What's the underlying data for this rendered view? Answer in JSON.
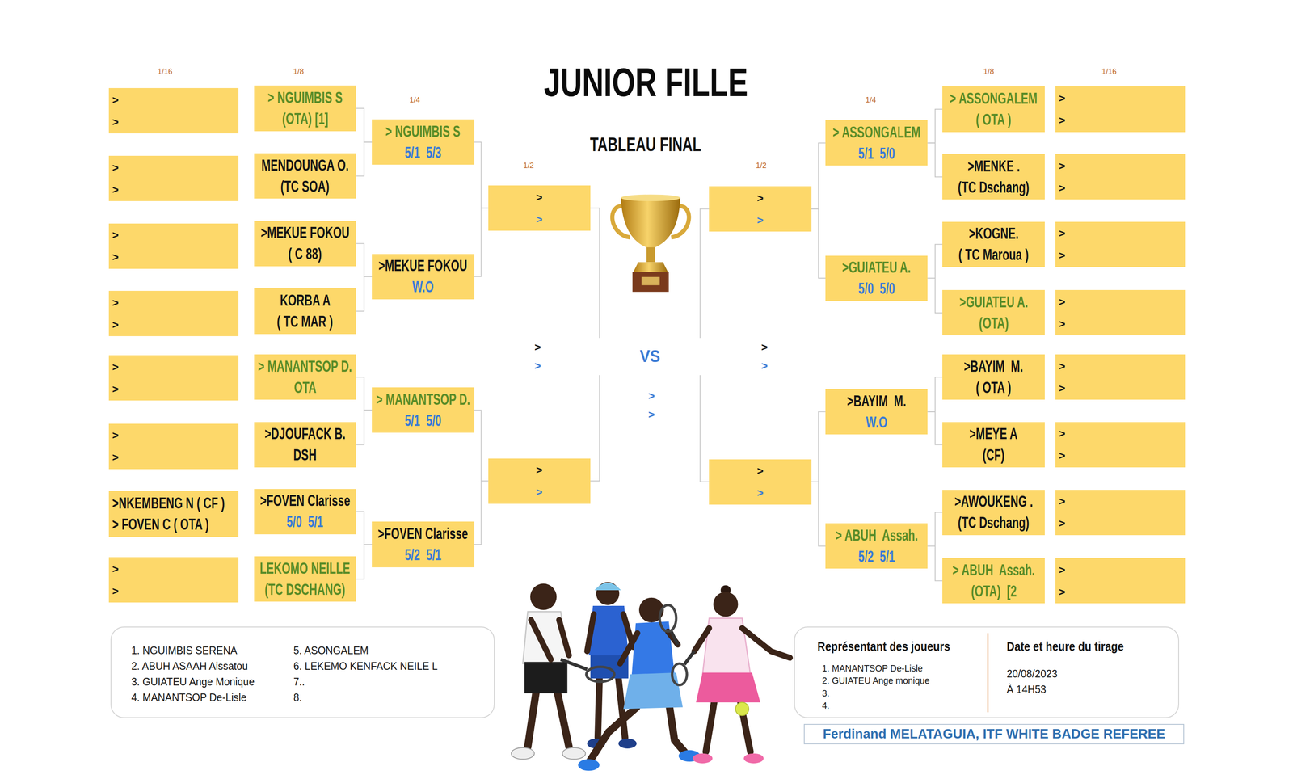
{
  "diagram": {
    "title": "JUNIOR FILLE",
    "nodes": [
      {
        "text": [
          ">",
          ">"
        ]
      },
      {
        "text": [
          ">",
          ">"
        ]
      },
      {
        "text": [
          ">",
          ">"
        ]
      },
      {
        "text": [
          ">",
          ">"
        ]
      },
      {
        "text": [
          ">",
          ">"
        ]
      },
      {
        "text": [
          ">",
          ">"
        ]
      },
      {
        "text": [
          ">NKEMBENG N ( CF )",
          "> FOVEN C ( OTA )"
        ]
      },
      {
        "text": [
          ">",
          ">"
        ]
      },
      {
        "text": [
          "> NGUIMBIS S",
          "(OTA) [1]"
        ]
      },
      {
        "text": [
          "MENDOUNGA O.",
          "(TC SOA)"
        ]
      },
      {
        "text": [
          ">MEKUE FOKOU",
          "( C 88)"
        ]
      },
      {
        "text": [
          "KORBA A",
          "( TC MAR )"
        ]
      },
      {
        "text": [
          "> MANANTSOP D.",
          "OTA"
        ]
      },
      {
        "text": [
          ">DJOUFACK B.",
          "DSH"
        ]
      },
      {
        "text": [
          ">FOVEN Clarisse",
          "5/0  5/1"
        ]
      },
      {
        "text": [
          "LEKOMO NEILLE",
          "(TC DSCHANG)"
        ]
      },
      {
        "text": [
          "> NGUIMBIS S",
          "5/1  5/3"
        ]
      },
      {
        "text": [
          ">MEKUE FOKOU",
          "W.O"
        ]
      },
      {
        "text": [
          "> MANANTSOP D.",
          "5/1  5/0"
        ]
      },
      {
        "text": [
          ">FOVEN Clarisse",
          "5/2  5/1"
        ]
      },
      {
        "text": [
          ">",
          ">"
        ]
      },
      {
        "text": [
          ">",
          ">"
        ]
      },
      {
        "text": [
          ">",
          ">",
          "VS",
          ">",
          ">"
        ]
      },
      {
        "text": [
          ">",
          ">"
        ]
      },
      {
        "text": [
          ">",
          ">"
        ]
      },
      {
        "text": [
          "> ASSONGALEM",
          "5/1  5/0"
        ]
      },
      {
        "text": [
          ">GUIATEU A.",
          "5/0  5/0"
        ]
      },
      {
        "text": [
          ">BAYIM  M.",
          "W.O"
        ]
      },
      {
        "text": [
          "> ABUH  Assah.",
          "5/2  5/1"
        ]
      },
      {
        "text": [
          "> ASSONGALEM",
          "( OTA )"
        ]
      },
      {
        "text": [
          ">MENKE .",
          "(TC Dschang)"
        ]
      },
      {
        "text": [
          ">KOGNE.",
          "( TC Maroua )"
        ]
      },
      {
        "text": [
          ">GUIATEU A.",
          "(OTA)"
        ]
      },
      {
        "text": [
          ">BAYIM  M.",
          "( OTA )"
        ]
      },
      {
        "text": [
          ">MEYE A",
          "(CF)"
        ]
      },
      {
        "text": [
          ">AWOUKENG .",
          "(TC Dschang)"
        ]
      },
      {
        "text": [
          "> ABUH  Assah.",
          "(OTA)  [2"
        ]
      },
      {
        "text": [
          ">",
          ">"
        ]
      },
      {
        "text": [
          ">",
          ">"
        ]
      },
      {
        "text": [
          ">",
          ">"
        ]
      },
      {
        "text": [
          ">",
          ">"
        ]
      },
      {
        "text": [
          ">",
          ">"
        ]
      },
      {
        "text": [
          ">",
          ">"
        ]
      },
      {
        "text": [
          ">",
          ">"
        ]
      },
      {
        "text": [
          ">",
          ">"
        ]
      },
      {
        "text": [
          "1. NGUIMBIS SERENA",
          "2. ABUH ASAAH Aissatou",
          "3. GUIATEU Ange Monique",
          "4. MANANTSOP De-Lisle",
          "5. ASONGALEM",
          "6. LEKEMO KENFACK NEILE L",
          "7..",
          "8."
        ]
      },
      {
        "text": [
          "Représentant des joueurs",
          "1. MANANTSOP De-Lisle",
          "2. GUIATEU Ange monique",
          "3.",
          "4.",
          "Date et heure du tirage",
          "20/08/2023",
          "À 14H53"
        ]
      },
      {
        "text": [
          "Ferdinand MELATAGUIA, ITF WHITE BADGE REFEREE"
        ]
      }
    ],
    "edges": [
      {
        "from": 8,
        "to": 16,
        "arrow": "none"
      },
      {
        "from": 9,
        "to": 16,
        "arrow": "none"
      },
      {
        "from": 10,
        "to": 17,
        "arrow": "none"
      },
      {
        "from": 11,
        "to": 17,
        "arrow": "none"
      },
      {
        "from": 12,
        "to": 18,
        "arrow": "none"
      },
      {
        "from": 13,
        "to": 18,
        "arrow": "none"
      },
      {
        "from": 14,
        "to": 19,
        "arrow": "none"
      },
      {
        "from": 15,
        "to": 19,
        "arrow": "none"
      },
      {
        "from": 16,
        "to": 20,
        "arrow": "none"
      },
      {
        "from": 17,
        "to": 20,
        "arrow": "none"
      },
      {
        "from": 18,
        "to": 21,
        "arrow": "none"
      },
      {
        "from": 19,
        "to": 21,
        "arrow": "none"
      },
      {
        "from": 20,
        "to": 22,
        "arrow": "none"
      },
      {
        "from": 21,
        "to": 22,
        "arrow": "none"
      },
      {
        "from": 23,
        "to": 22,
        "arrow": "none"
      },
      {
        "from": 24,
        "to": 22,
        "arrow": "none"
      },
      {
        "from": 25,
        "to": 23,
        "arrow": "none"
      },
      {
        "from": 26,
        "to": 23,
        "arrow": "none"
      },
      {
        "from": 27,
        "to": 24,
        "arrow": "none"
      },
      {
        "from": 28,
        "to": 24,
        "arrow": "none"
      },
      {
        "from": 29,
        "to": 25,
        "arrow": "none"
      },
      {
        "from": 30,
        "to": 25,
        "arrow": "none"
      },
      {
        "from": 31,
        "to": 26,
        "arrow": "none"
      },
      {
        "from": 32,
        "to": 26,
        "arrow": "none"
      },
      {
        "from": 33,
        "to": 27,
        "arrow": "none"
      },
      {
        "from": 34,
        "to": 27,
        "arrow": "none"
      },
      {
        "from": 35,
        "to": 28,
        "arrow": "none"
      },
      {
        "from": 36,
        "to": 28,
        "arrow": "none"
      }
    ],
    "labels": [
      "TABLEAU FINAL",
      "1/16",
      "1/8",
      "1/4",
      "1/2",
      "1/2",
      "1/4",
      "1/8",
      "1/16",
      ">",
      ">"
    ]
  }
}
